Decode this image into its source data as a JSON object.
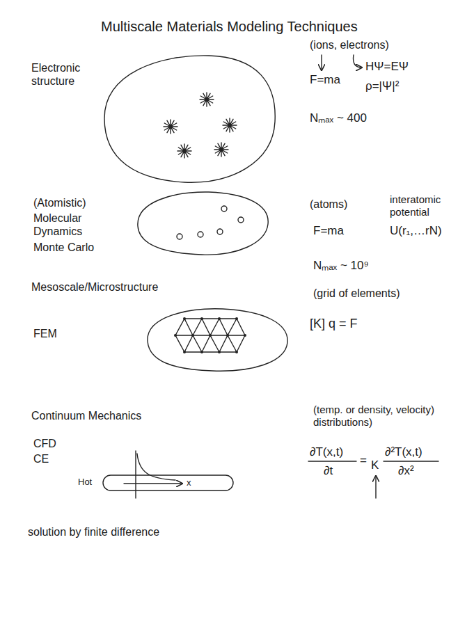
{
  "diagram": {
    "title": "Multiscale Materials Modeling Techniques",
    "labels": [
      "Electronic structure",
      "(ions, electrons)",
      "F=ma",
      "HΨ=EΨ",
      "ρ=|Ψ|²",
      "Nₘₐₓ ~ 400",
      "(Atomistic)",
      "Molecular Dynamics",
      "Monte Carlo",
      "(atoms)",
      "interatomic potential",
      "F=ma",
      "U(r₁,…rN)",
      "Nₘₐₓ ~ 10⁹",
      "Mesoscale/Microstructure",
      "FEM",
      "(grid of elements)",
      "[K] q = F",
      "Continuum Mechanics",
      "CFD",
      "CE",
      "Hot",
      "x",
      "(temp. or density, velocity) distributions)",
      "∂T(x,t)",
      "∂t",
      "=",
      "K",
      "∂²T(x,t)",
      "∂x²",
      "solution by finite difference"
    ]
  }
}
